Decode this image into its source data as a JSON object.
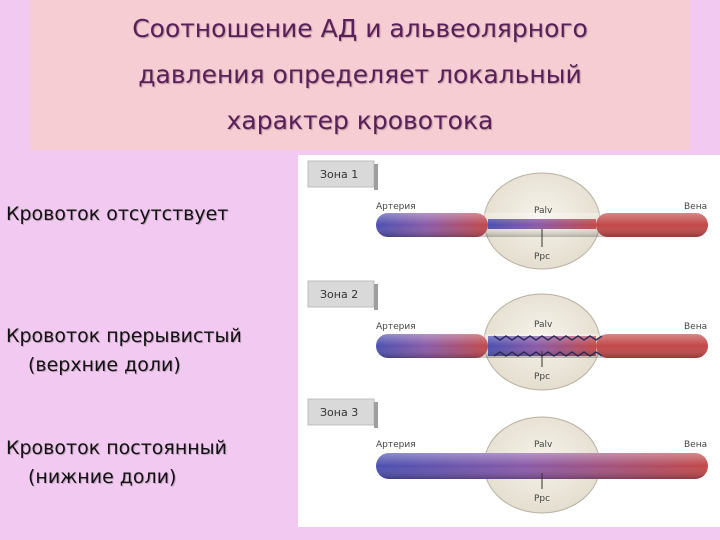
{
  "title": {
    "line1": "Соотношение АД и альвеолярного",
    "line2": "давления определяет локальный",
    "line3": "характер кровотока"
  },
  "zones": [
    {
      "zone_label": "Зона 1",
      "left_label": "Кровоток отсутствует",
      "left_sublabel": "",
      "artery": "Артерия",
      "vein": "Вена",
      "palv": "Palv",
      "ppc": "Ppc"
    },
    {
      "zone_label": "Зона 2",
      "left_label": "Кровоток прерывистый",
      "left_sublabel": "(верхние доли)",
      "artery": "Артерия",
      "vein": "Вена",
      "palv": "Palv",
      "ppc": "Ppc"
    },
    {
      "zone_label": "Зона 3",
      "left_label": "Кровоток постоянный",
      "left_sublabel": "(нижние доли)",
      "artery": "Артерия",
      "vein": "Вена",
      "palv": "Palv",
      "ppc": "Ppc"
    }
  ],
  "colors": {
    "background": "#f2c9f0",
    "title_panel": "#f6cdd2",
    "title_text": "#5a1e5a",
    "artery": "#4b4fb0",
    "vein": "#c24848",
    "alveolus": "#efeae0"
  }
}
